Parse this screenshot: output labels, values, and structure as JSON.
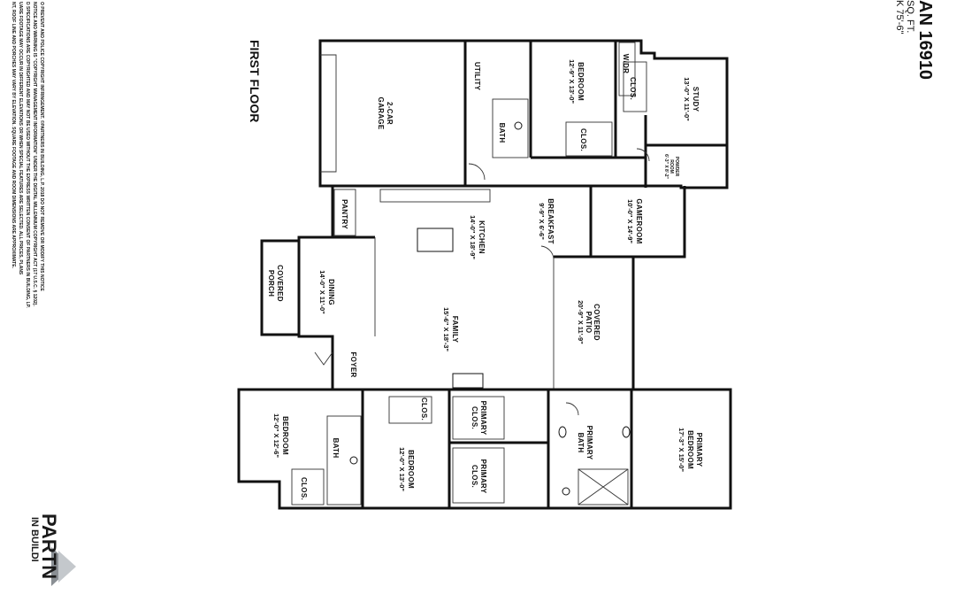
{
  "title": {
    "plan": "AN 16910",
    "sqft": "SQ. FT.",
    "dimensions": "K 75'-6\""
  },
  "floor_label": "FIRST FLOOR",
  "rooms": {
    "garage": {
      "name": "2-CAR",
      "name2": "GARAGE"
    },
    "utility": {
      "name": "UTILITY"
    },
    "bath_upper": {
      "name": "BATH"
    },
    "bedroom_top": {
      "name": "BEDROOM",
      "dim": "12'-9\" X 13'-0\""
    },
    "clos_top": {
      "name": "CLOS."
    },
    "wdr": {
      "name": "W/DR"
    },
    "clos_study": {
      "name": "CLOS."
    },
    "study": {
      "name": "STUDY",
      "dim": "13'-0\" X 11'-0\""
    },
    "powder": {
      "name": "POWDER",
      "name2": "ROOM",
      "dim": "6'-3\" X 8'-2\""
    },
    "pantry": {
      "name": "PANTRY"
    },
    "kitchen": {
      "name": "KITCHEN",
      "dim": "14'-0\" X 18'-9\""
    },
    "breakfast": {
      "name": "BREAKFAST",
      "dim": "9'-9\" X 6'-6\""
    },
    "gameroom": {
      "name": "GAMEROOM",
      "dim": "10'-0\" X 14'-9\""
    },
    "covered_porch": {
      "name": "COVERED",
      "name2": "PORCH"
    },
    "dining": {
      "name": "DINING",
      "dim": "14'-0\" X 11'-0\""
    },
    "family": {
      "name": "FAMILY",
      "dim": "15'-6\" X 18'-3\""
    },
    "covered_patio": {
      "name": "COVERED",
      "name2": "PATIO",
      "dim": "20'-9\" X 11'-9\""
    },
    "foyer": {
      "name": "FOYER"
    },
    "bedroom_left": {
      "name": "BEDROOM",
      "dim": "12'-0\" X 12'-6\""
    },
    "bath_left": {
      "name": "BATH"
    },
    "clos_left": {
      "name": "CLOS."
    },
    "clos_mid": {
      "name": "CLOS."
    },
    "bedroom_mid": {
      "name": "BEDROOM",
      "dim": "12'-0\" X 13'-0\""
    },
    "primary_clos_1": {
      "name": "PRIMARY",
      "name2": "CLOS."
    },
    "primary_clos_2": {
      "name": "PRIMARY",
      "name2": "CLOS."
    },
    "primary_bath": {
      "name": "PRIMARY",
      "name2": "BATH"
    },
    "primary_bedroom": {
      "name": "PRIMARY",
      "name2": "BEDROOM",
      "dim": "17'-3\" X 15'-0\""
    }
  },
  "disclaimer": {
    "line1": "NT, ROOF LINE AND PORCHES MAY VARY BY ELEVATION. SQUARE FOOTAGE AND ROOM DIMENSIONS ARE APPROXIMATE.",
    "line2": "UARE FOOTAGE MAY OCCUR IN DIFFERENT ELEVATIONS OR WHEN SPECIAL FEATURES ARE SELECTED. ALL PRICES, PLANS",
    "line3": "D SPECIFICATIONS ARE COPYRIGHTED AND MAY NOT BE USED WITHOUT THE EXPRESS WRITTEN CONSENT OF PARTNERS IN BUILDING, LP.",
    "line4": "NOTICE AND WARNING IS \"COPYRIGHT MANAGEMENT INFORMATION\" UNDER THE DIGITAL MILLENNIUM COPYRIGHT ACT (17 U.S.C. § 1202).",
    "line5": "O PREVENT AND POLICE COPYRIGHT INFRINGEMENT. ©PARTNERS IN BUILDING, L.P. 2018 DO NOT REMOVE OR MODIFY THIS NOTICE"
  },
  "logo": {
    "line1": "PARTN",
    "line2": "IN BUILDI"
  },
  "colors": {
    "wall": "#111111",
    "background": "#ffffff",
    "logo_gray": "#8a8f94"
  }
}
